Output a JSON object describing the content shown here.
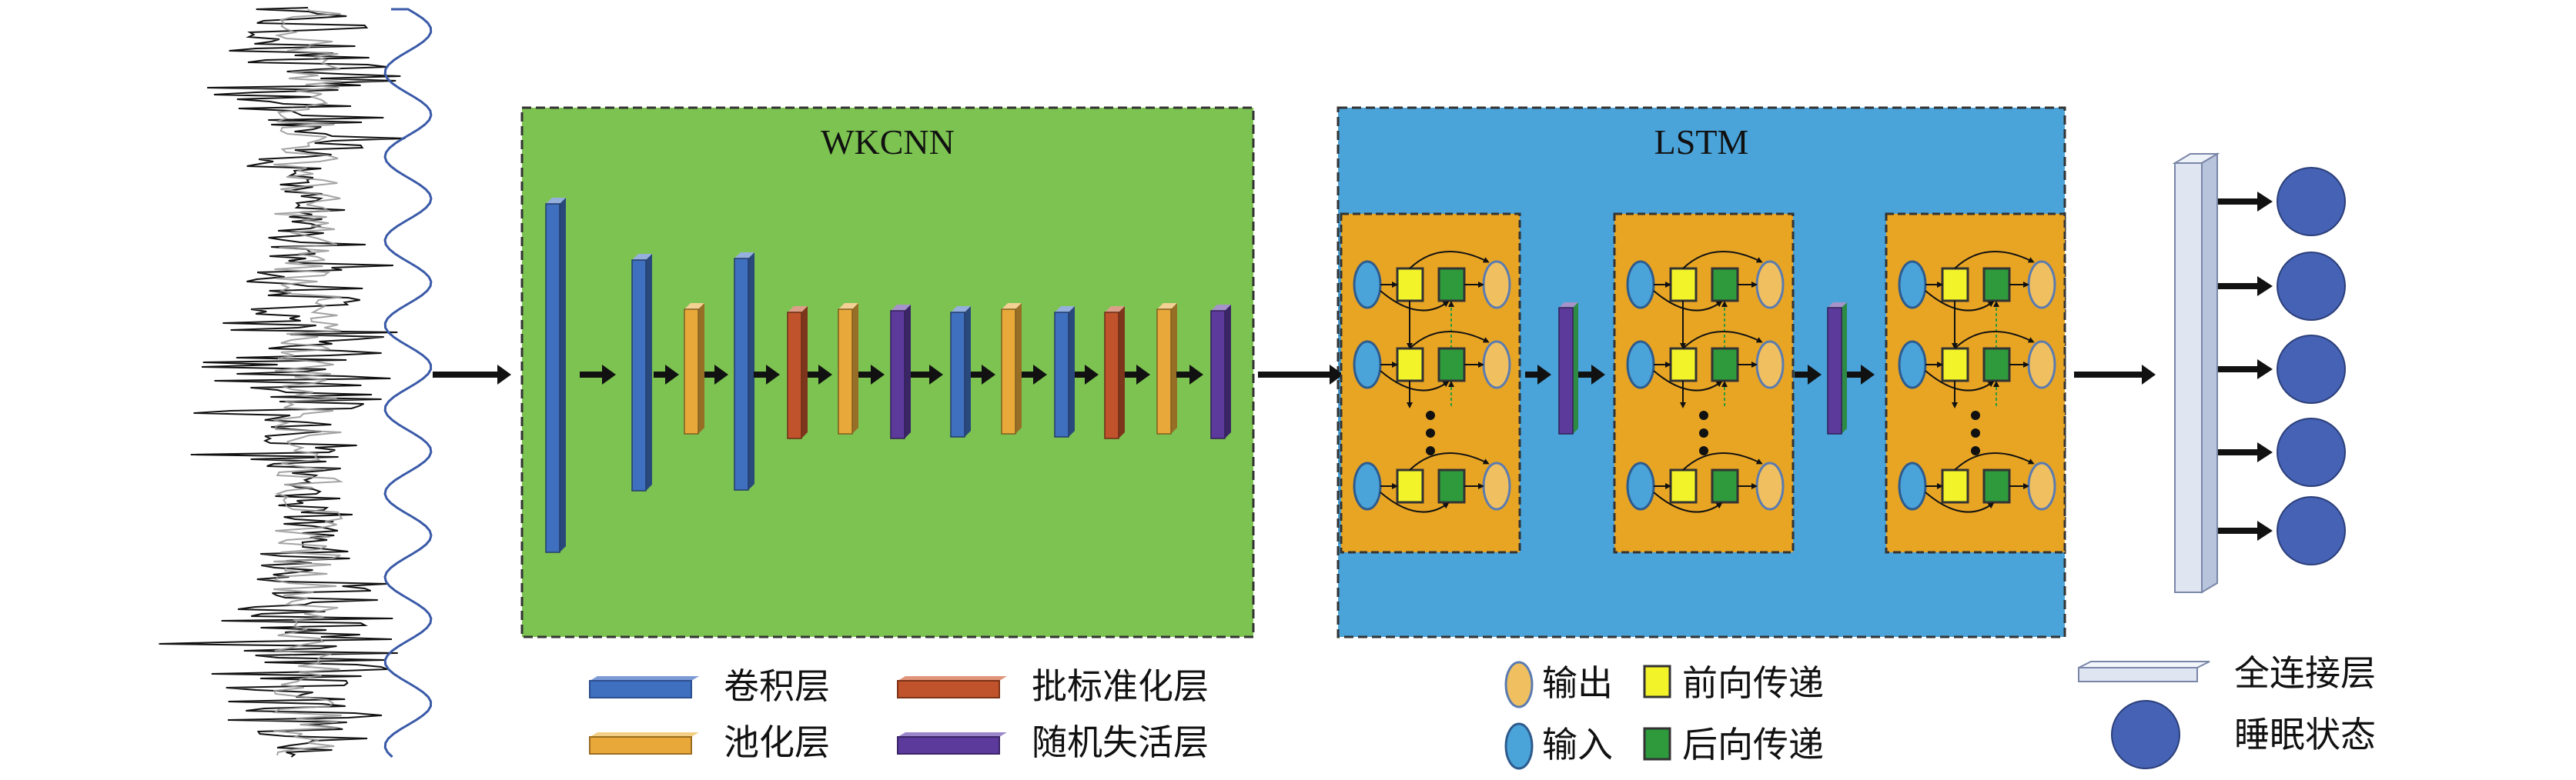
{
  "wkcnn": {
    "title": "WKCNN"
  },
  "lstm": {
    "title": "LSTM"
  },
  "legend": {
    "conv": "卷积层",
    "pool": "池化层",
    "bn": "批标准化层",
    "dropout": "随机失活层",
    "output": "输出",
    "input": "输入",
    "forward": "前向传递",
    "backward": "后向传递",
    "fc": "全连接层",
    "sleep": "睡眠状态"
  },
  "colors": {
    "wkcnn_bg": "#7dc351",
    "lstm_bg": "#4aa3d9",
    "cell_bg": "#e8a524",
    "conv": "#3f6fbf",
    "pool": "#e9a93a",
    "bn": "#c0532b",
    "dropout": "#5b3a9c",
    "forward": "#f3f32a",
    "backward": "#2e9a3c",
    "input": "#4aa3d9",
    "output": "#f0c060",
    "state": "#4662b5",
    "fc": "#dfe6f2"
  },
  "icons": {
    "arrow": "right-arrow-icon",
    "signal": "eeg-signal-icon"
  }
}
